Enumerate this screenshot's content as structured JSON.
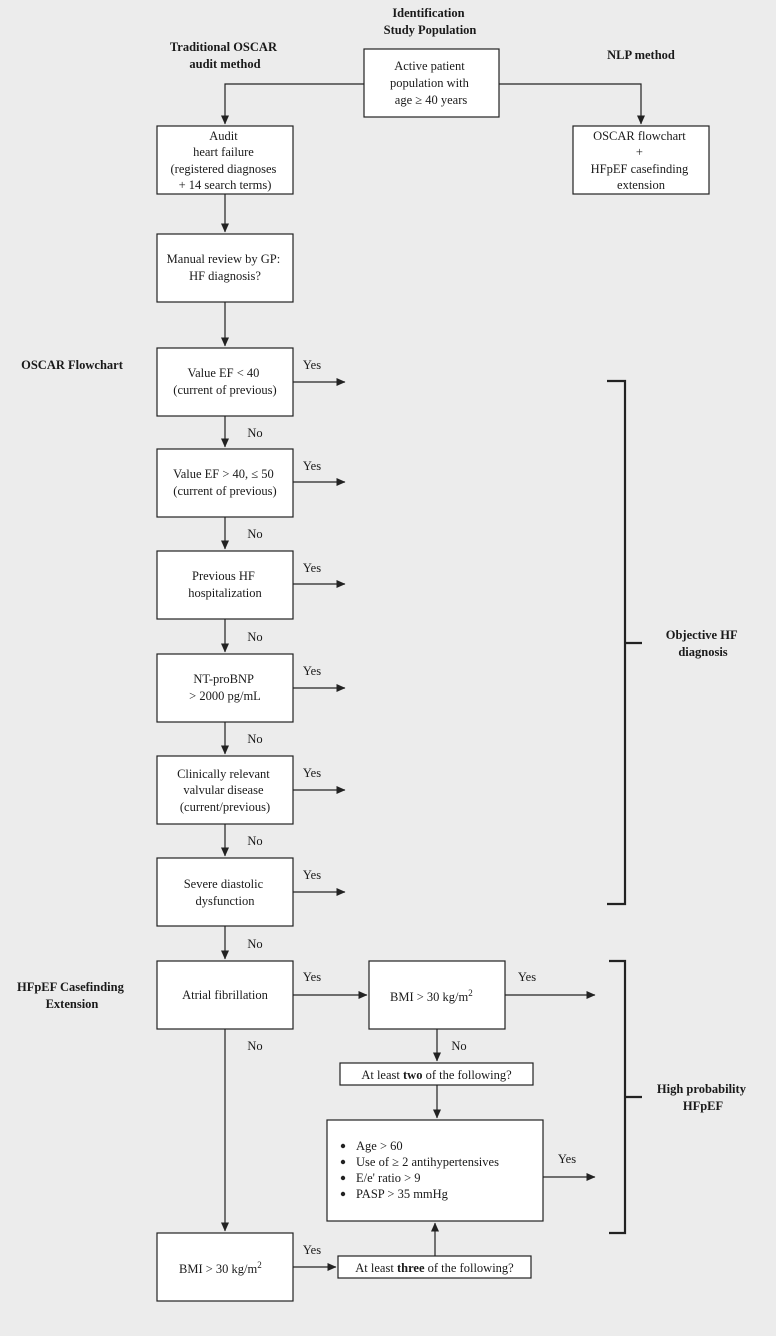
{
  "headers": {
    "study_population": [
      "Identification",
      "Study Population"
    ],
    "traditional": [
      "Traditional OSCAR",
      "audit method"
    ],
    "nlp": "NLP method",
    "oscar_flowchart": "OSCAR Flowchart",
    "hfpef_extension": [
      "HFpEF Casefinding",
      "Extension"
    ]
  },
  "nodes": {
    "active_population": [
      "Active patient",
      "population with",
      "age ≥ 40 years"
    ],
    "audit": [
      "Audit",
      "heart failure",
      "(registered diagnoses",
      "+ 14 search terms)"
    ],
    "oscar_nlp": [
      "OSCAR flowchart",
      "+",
      "HFpEF casefinding",
      "extension"
    ],
    "manual_review": [
      "Manual review by GP:",
      "HF diagnosis?"
    ],
    "ef_lt40": [
      "Value EF < 40",
      "(current of previous)"
    ],
    "ef_40_50": [
      "Value EF > 40, ≤ 50",
      "(current of previous)"
    ],
    "prev_hosp": [
      "Previous HF",
      "hospitalization"
    ],
    "ntprobnp": [
      "NT-proBNP",
      "> 2000 pg/mL"
    ],
    "valvular": [
      "Clinically relevant",
      "valvular disease",
      "(current/previous)"
    ],
    "diastolic": [
      "Severe diastolic",
      "dysfunction"
    ],
    "af": "Atrial fibrillation",
    "bmi_top": "BMI > 30 kg/m",
    "bmi_bottom": "BMI > 30 kg/m",
    "bmi_sup": "2",
    "at_least_two": {
      "pre": "At least ",
      "bold": "two",
      "post": " of the following?"
    },
    "at_least_three": {
      "pre": "At least ",
      "bold": "three",
      "post": " of the following?"
    },
    "criteria": [
      "Age > 60",
      "Use of ≥ 2 antihypertensives",
      "E/e' ratio > 9",
      "PASP > 35 mmHg"
    ]
  },
  "edge_labels": {
    "yes": "Yes",
    "no": "No"
  },
  "outcomes": {
    "objective": [
      "Objective HF",
      "diagnosis"
    ],
    "hfpef": [
      "High probability",
      "HFpEF"
    ]
  }
}
